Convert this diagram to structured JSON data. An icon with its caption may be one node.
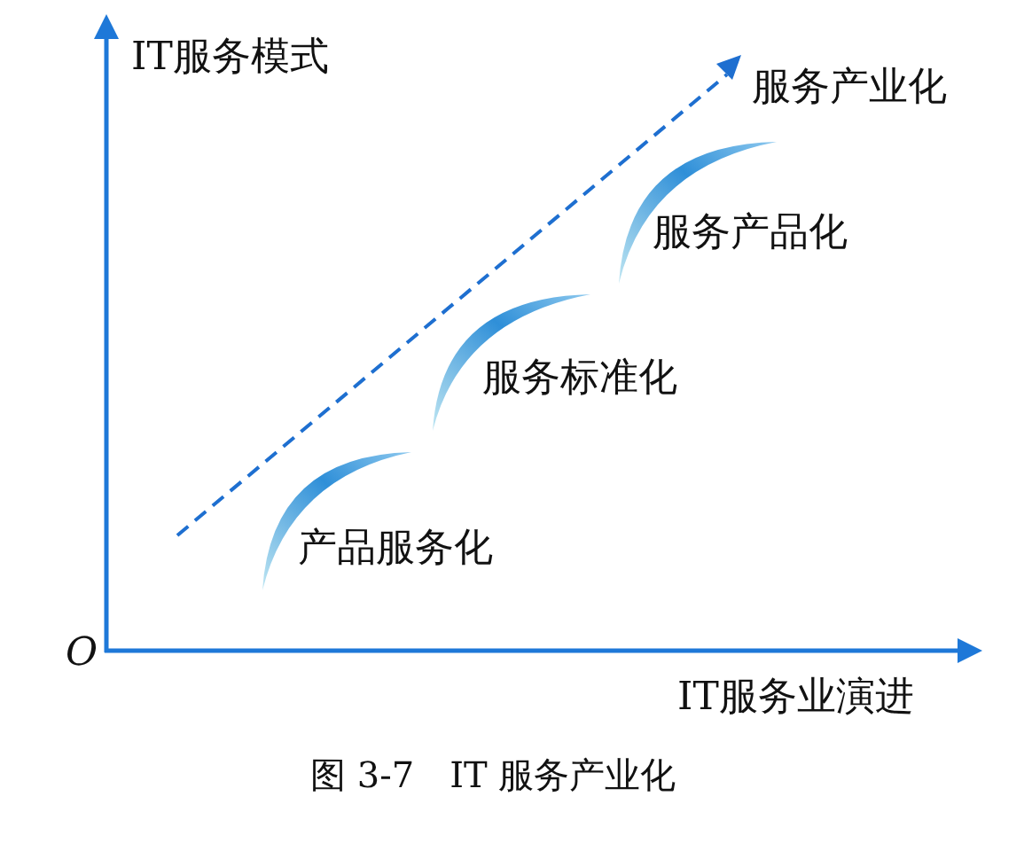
{
  "diagram": {
    "caption": "图 3-7　IT 服务产业化",
    "labels": [
      "IT服务模式",
      "服务产业化",
      "服务产品化",
      "服务标准化",
      "产品服务化",
      "O",
      "IT服务业演进"
    ]
  }
}
